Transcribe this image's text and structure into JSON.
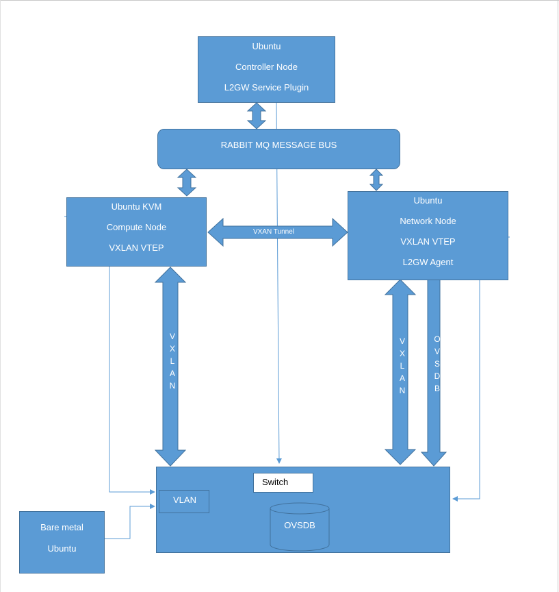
{
  "controller": {
    "lines": [
      "Ubuntu",
      "Controller Node",
      "L2GW Service Plugin"
    ]
  },
  "bus": {
    "label": "RABBIT MQ MESSAGE BUS"
  },
  "compute": {
    "lines": [
      "Ubuntu KVM",
      "Compute Node",
      "VXLAN VTEP"
    ]
  },
  "network": {
    "lines": [
      "Ubuntu",
      "Network Node",
      "VXLAN VTEP",
      "L2GW Agent"
    ]
  },
  "tunnel": {
    "label": "VXAN Tunnel"
  },
  "vxlan_left": {
    "letters": [
      "V",
      "X",
      "L",
      "A",
      "N"
    ]
  },
  "vxlan_right": {
    "letters": [
      "V",
      "X",
      "L",
      "A",
      "N"
    ]
  },
  "ovsdb_arrow": {
    "letters": [
      "O",
      "V",
      "S",
      "D",
      "B"
    ]
  },
  "switch": {
    "label": "Switch",
    "vlan": "VLAN",
    "db": "OVSDB"
  },
  "baremetal": {
    "lines": [
      "Bare metal",
      "Ubuntu"
    ]
  },
  "colors": {
    "fill": "#5b9bd5",
    "stroke": "#41719c",
    "line": "#5b9bd5"
  }
}
